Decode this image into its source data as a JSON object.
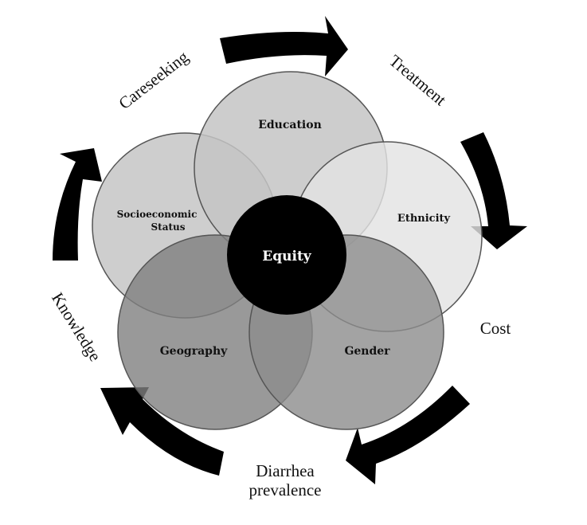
{
  "center": {
    "label": "Equity",
    "color": "#000000"
  },
  "circles": {
    "education": {
      "label": "Education",
      "color": "#c4c4c4"
    },
    "ethnicity": {
      "label": "Ethnicity",
      "color": "#e3e3e3"
    },
    "socioeconomic": {
      "label_line1": "Socioeconomic",
      "label_line2": "Status",
      "color": "#c9c9c9"
    },
    "geography": {
      "label": "Geography",
      "color": "#7f7f7f"
    },
    "gender": {
      "label": "Gender",
      "color": "#8c8c8c"
    }
  },
  "cycle": {
    "careseeking": "Careseeking",
    "treatment": "Treatment",
    "cost": "Cost",
    "diarrhea_line1": "Diarrhea",
    "diarrhea_line2": "prevalence",
    "knowledge": "Knowledge",
    "arrow_color": "#000000"
  }
}
